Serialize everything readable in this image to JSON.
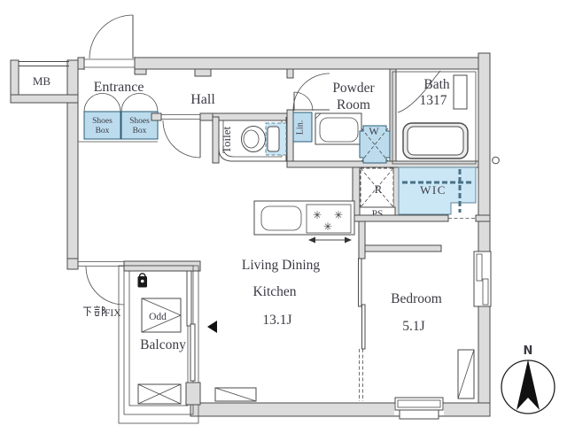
{
  "colors": {
    "wall_fill": "#dcdcdc",
    "line": "#4a4a4a",
    "text": "#3b3b44",
    "storage_blue": "#bcdcee",
    "storage_blue_light": "#cbe6f5",
    "blue_border": "#2a5d77",
    "compass_black": "#111111"
  },
  "rooms": {
    "mb": "MB",
    "entrance": "Entrance",
    "hall": "Hall",
    "toilet": "Toilet",
    "powder_line1": "Powder",
    "powder_line2": "Room",
    "bath_line1": "Bath",
    "bath_line2": "1317",
    "ldk_line1": "Living Dining",
    "ldk_line2": "Kitchen",
    "ldk_size": "13.1J",
    "bedroom": "Bedroom",
    "bedroom_size": "5.1J",
    "balcony": "Balcony",
    "wic": "WIC"
  },
  "fixtures": {
    "shoes_line1": "Shoes",
    "shoes_line2": "Box",
    "linen": "Lin.",
    "washer": "W",
    "fridge": "R",
    "pipe_space": "PS",
    "odd": "Odd",
    "window_note_kanji": "下部",
    "window_note_latin": "FIX",
    "compass_north": "N",
    "burner_glyph": "✳"
  }
}
